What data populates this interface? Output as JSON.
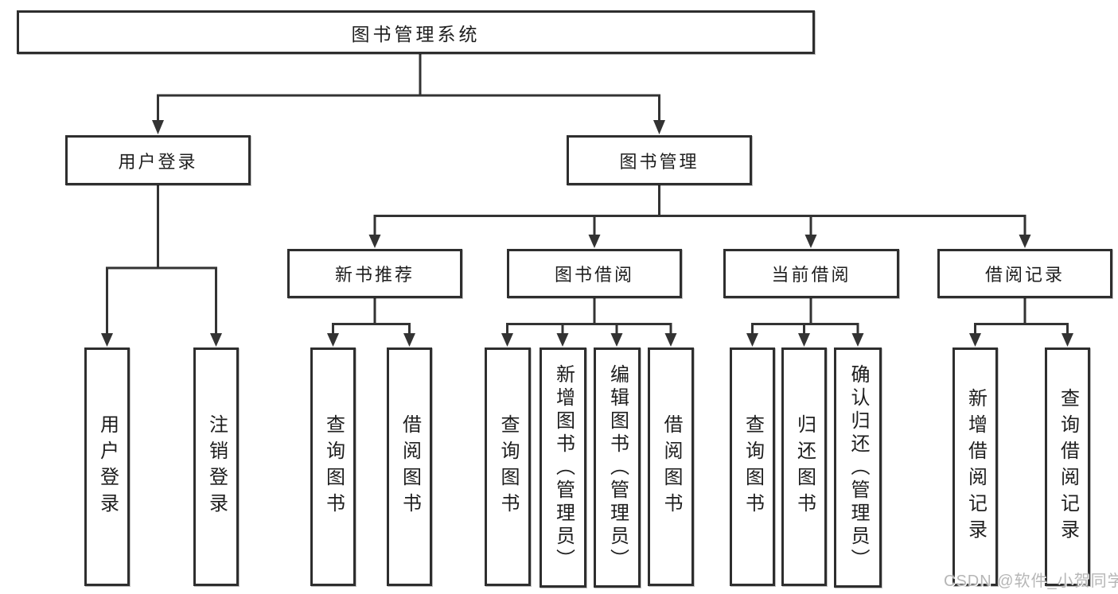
{
  "tree": {
    "root": {
      "label": "图书管理系统",
      "children": [
        {
          "label": "用户登录",
          "children": [
            {
              "label": "用户登录"
            },
            {
              "label": "注销登录"
            }
          ]
        },
        {
          "label": "图书管理",
          "children": [
            {
              "label": "新书推荐",
              "children": [
                {
                  "label": "查询图书"
                },
                {
                  "label": "借阅图书"
                }
              ]
            },
            {
              "label": "图书借阅",
              "children": [
                {
                  "label": "查询图书"
                },
                {
                  "label": "新增图书（管理员）"
                },
                {
                  "label": "编辑图书（管理员）"
                },
                {
                  "label": "借阅图书"
                }
              ]
            },
            {
              "label": "当前借阅",
              "children": [
                {
                  "label": "查询图书"
                },
                {
                  "label": "归还图书"
                },
                {
                  "label": "确认归还（管理员）"
                }
              ]
            },
            {
              "label": "借阅记录",
              "children": [
                {
                  "label": "新增借阅记录"
                },
                {
                  "label": "查询借阅记录"
                }
              ]
            }
          ]
        }
      ]
    }
  },
  "watermark": {
    "text": "CSDN @软件_小贺同学"
  },
  "colors": {
    "line": "#333333",
    "box_border": "#2e2e2e",
    "text": "#1e1e1e",
    "watermark": "#b6b6b6",
    "background": "#ffffff"
  }
}
